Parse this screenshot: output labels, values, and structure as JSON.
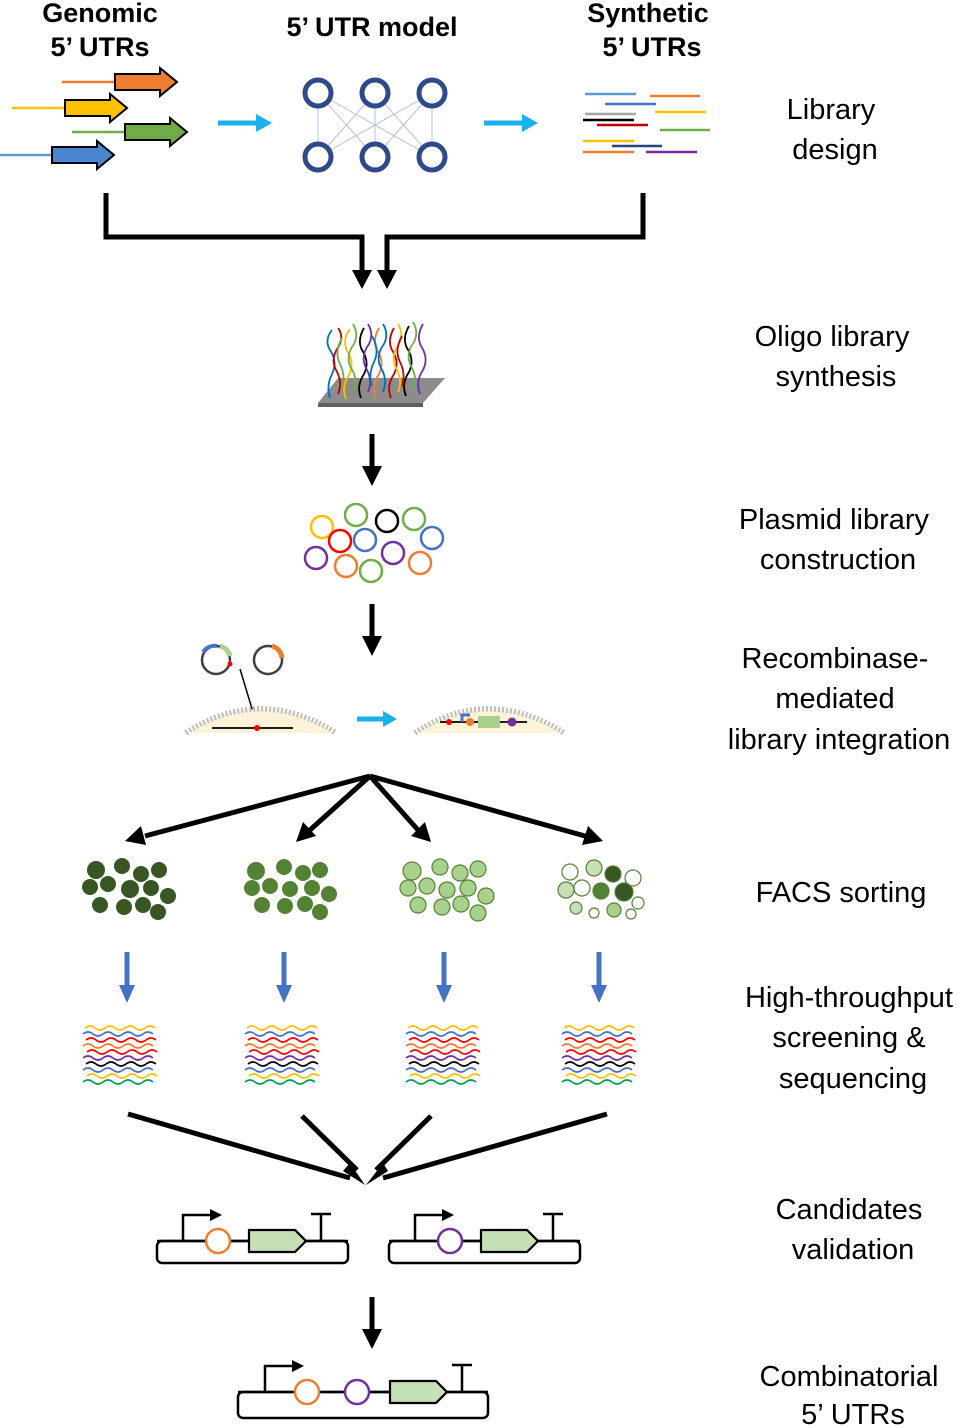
{
  "headers": {
    "genomic_l1": "Genomic",
    "genomic_l2": "5’ UTRs",
    "model": "5’ UTR model",
    "synthetic_l1": "Synthetic",
    "synthetic_l2": "5’ UTRs"
  },
  "steps": {
    "library_design": [
      "Library",
      "design"
    ],
    "oligo": [
      "Oligo library",
      "synthesis"
    ],
    "plasmid": [
      "Plasmid library",
      "construction"
    ],
    "recombinase": [
      "Recombinase-",
      "mediated",
      "library integration"
    ],
    "facs": [
      "FACS sorting"
    ],
    "hts": [
      "High-throughput",
      "screening &",
      "sequencing"
    ],
    "candidates": [
      "Candidates",
      "validation"
    ],
    "combinatorial": [
      "Combinatorial",
      "5’ UTRs"
    ]
  },
  "colors": {
    "flow_arrow": "#000000",
    "cyan_arrow": "#1ab0ea",
    "blue_arrow": "#4472c4",
    "network_node": "#2f4a8a",
    "dark_green": "#375623",
    "light_green": "#a9d18e",
    "cds_fill": "#c5e0b4",
    "utr_orange": "#ed7d31",
    "utr_purple": "#7030a0",
    "cell_fill": "#fdf3d9"
  },
  "icons": {
    "genomic": "utr-gene-arrows-icon",
    "model": "neural-network-icon",
    "synthetic": "synthetic-utr-lines-icon",
    "oligo": "oligo-array-chip-icon",
    "plasmid": "plasmid-rings-icon",
    "integration": "cell-integration-icon",
    "facs": "facs-cell-population-icon",
    "hts": "sequencing-reads-icon",
    "construct": "expression-construct-icon"
  }
}
